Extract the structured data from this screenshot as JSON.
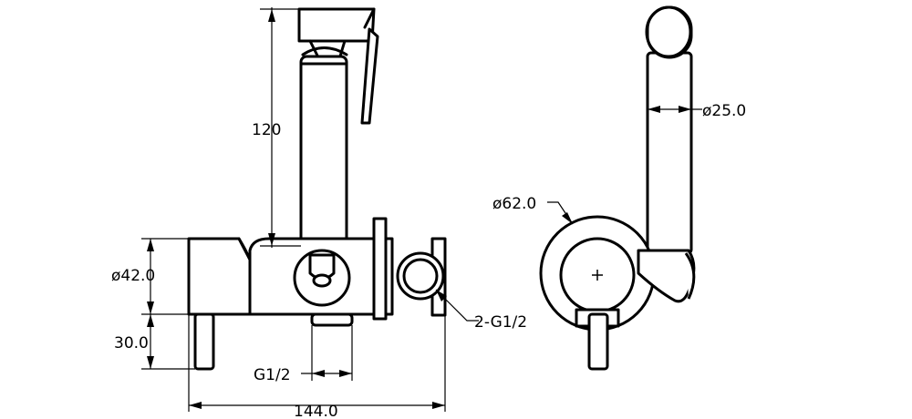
{
  "labels": {
    "height_120": "120",
    "body_dia": "ø42.0",
    "lever_len": "30.0",
    "inlet": "G1/2",
    "width": "144.0",
    "outlets": "2-G1/2",
    "flange_dia": "ø62.0",
    "hose_dia": "ø25.0"
  }
}
